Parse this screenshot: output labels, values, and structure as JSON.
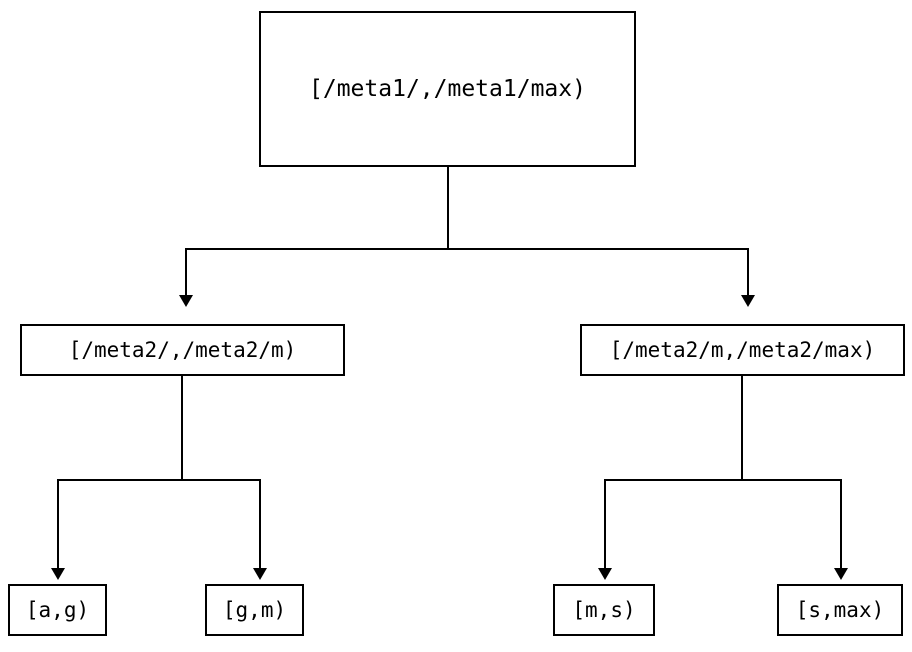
{
  "diagram": {
    "type": "tree",
    "title": "",
    "orientation": "top-down",
    "line_color": "#000000",
    "box_fill": "#ffffff",
    "box_border_color": "#000000",
    "nodes": {
      "root": {
        "label": "[/meta1/,/meta1/max)"
      },
      "mid_left": {
        "label": "[/meta2/,/meta2/m)"
      },
      "mid_right": {
        "label": "[/meta2/m,/meta2/max)"
      },
      "leaf_1": {
        "label": "[a,g)"
      },
      "leaf_2": {
        "label": "[g,m)"
      },
      "leaf_3": {
        "label": "[m,s)"
      },
      "leaf_4": {
        "label": "[s,max)"
      }
    },
    "edges": [
      {
        "from": "root",
        "to": "mid_left",
        "arrow": "down"
      },
      {
        "from": "root",
        "to": "mid_right",
        "arrow": "down"
      },
      {
        "from": "mid_left",
        "to": "leaf_1",
        "arrow": "down"
      },
      {
        "from": "mid_left",
        "to": "leaf_2",
        "arrow": "down"
      },
      {
        "from": "mid_right",
        "to": "leaf_3",
        "arrow": "down"
      },
      {
        "from": "mid_right",
        "to": "leaf_4",
        "arrow": "down"
      }
    ]
  }
}
